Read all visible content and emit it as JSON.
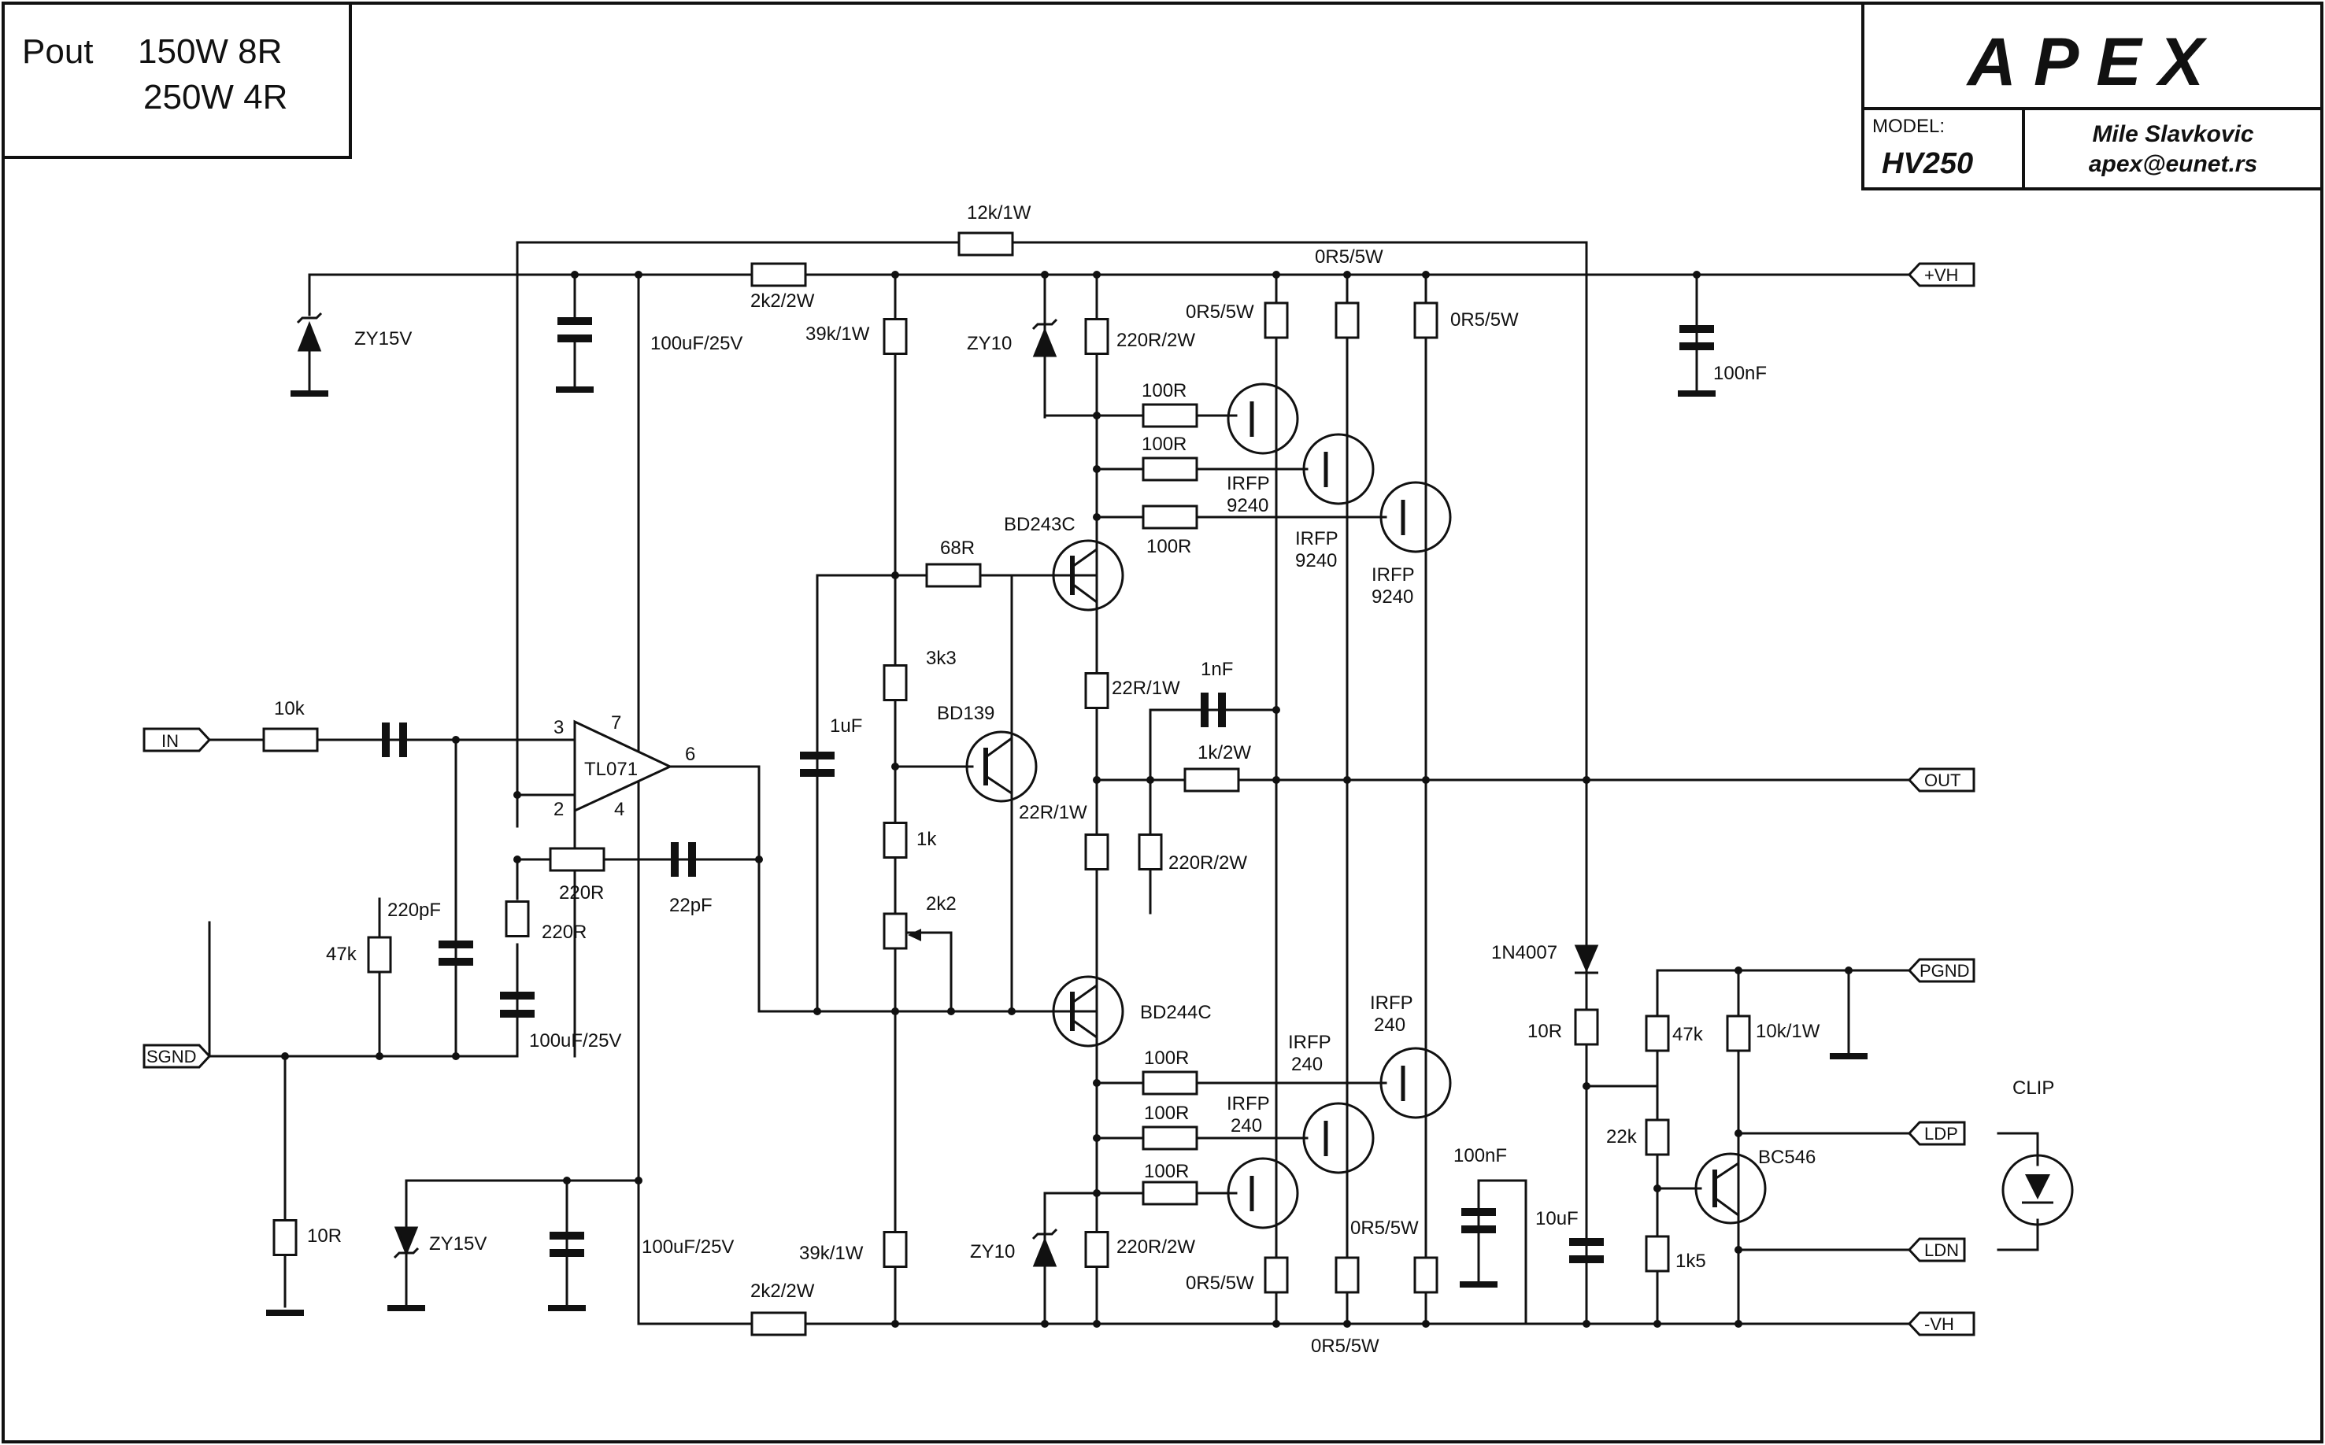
{
  "header": {
    "pout_label": "Pout",
    "pout_8r": "150W 8R",
    "pout_4r": "250W 4R"
  },
  "title_block": {
    "logo_text": "APEX",
    "model_label": "MODEL:",
    "model": "HV250",
    "author": "Mile Slavkovic",
    "email": "apex@eunet.rs"
  },
  "connectors": {
    "in": "IN",
    "sgnd": "SGND",
    "vh_pos": "+VH",
    "vh_neg": "-VH",
    "out": "OUT",
    "pgnd": "PGND",
    "ldp": "LDP",
    "ldn": "LDN"
  },
  "components": {
    "r_12k": "12k/1W",
    "r_2k2_top": "2k2/2W",
    "r_2k2_bot": "2k2/2W",
    "zy15_top": "ZY15V",
    "zy15_bot": "ZY15V",
    "c_100u_top": "100uF/25V",
    "c_100u_bot": "100uF/25V",
    "c_100u_fb": "100uF/25V",
    "r_39k_top": "39k/1W",
    "r_39k_bot": "39k/1W",
    "zy10_top": "ZY10",
    "zy10_bot": "ZY10",
    "r_220_top": "220R/2W",
    "r_220_bot": "220R/2W",
    "r_100_p1": "100R",
    "r_100_p2": "100R",
    "r_100_p3": "100R",
    "r_100_n1": "100R",
    "r_100_n2": "100R",
    "r_100_n3": "100R",
    "r_0r5_pos_top": "0R5/5W",
    "r_0r5_pos_l": "0R5/5W",
    "r_0r5_pos_r": "0R5/5W",
    "r_0r5_neg_bot": "0R5/5W",
    "r_0r5_neg_l": "0R5/5W",
    "r_0r5_neg_r": "0R5/5W",
    "q_p1_a": "IRFP",
    "q_p1_b": "9240",
    "q_p2_a": "IRFP",
    "q_p2_b": "9240",
    "q_p3_a": "IRFP",
    "q_p3_b": "9240",
    "q_n1_a": "IRFP",
    "q_n1_b": "240",
    "q_n2_a": "IRFP",
    "q_n2_b": "240",
    "q_n3_a": "IRFP",
    "q_n3_b": "240",
    "bd243": "BD243C",
    "bd244": "BD244C",
    "bd139": "BD139",
    "bc546": "BC546",
    "r_68": "68R",
    "r_3k3": "3k3",
    "r_1k": "1k",
    "pot_2k2": "2k2",
    "r_22_top": "22R/1W",
    "r_22_bot": "22R/1W",
    "c_1n": "1nF",
    "r_1k_2w": "1k/2W",
    "r_220_2w_out": "220R/2W",
    "c_1u": "1uF",
    "c_100n_top": "100nF",
    "c_100n_bot": "100nF",
    "r_10k": "10k",
    "tl071": "TL071",
    "pin3": "3",
    "pin2": "2",
    "pin7": "7",
    "pin4": "4",
    "pin6": "6",
    "r_220_fb": "220R",
    "r_220_gnd": "220R",
    "c_22p": "22pF",
    "c_220p": "220pF",
    "r_47k_in": "47k",
    "r_10r_gnd": "10R",
    "d_1n4007": "1N4007",
    "r_10r_clip": "10R",
    "c_10u": "10uF",
    "r_47k_clip": "47k",
    "r_10k_1w": "10k/1W",
    "r_22k": "22k",
    "r_1k5": "1k5",
    "clip": "CLIP"
  }
}
